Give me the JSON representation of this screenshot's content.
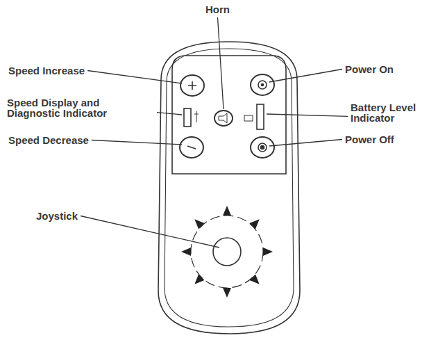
{
  "diagram": {
    "labels": [
      "Horn",
      "Speed Increase",
      "Power On",
      "Speed Display and Diagnostic Indicator",
      "Battery Level Indicator",
      "Speed Decrease",
      "Power Off",
      "Joystick"
    ]
  }
}
